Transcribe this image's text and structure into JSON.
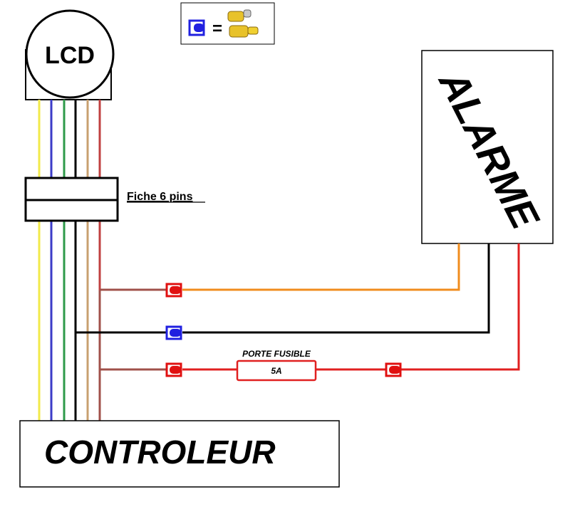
{
  "legend": {
    "equals": "=",
    "connector_icon": "blue-connector-icon",
    "terminal_icon": "spade-terminal-icon"
  },
  "lcd": {
    "label": "LCD"
  },
  "connector": {
    "label": "Fiche 6 pins"
  },
  "alarm": {
    "label": "ALARME"
  },
  "fuse": {
    "title": "PORTE FUSIBLE",
    "rating": "5A"
  },
  "controller": {
    "label": "CONTROLEUR"
  },
  "colors": {
    "yellow": "#f2ea4a",
    "blue": "#3b3bc8",
    "green": "#2e9a4a",
    "black": "#000000",
    "tan": "#c8a070",
    "red": "#e02020",
    "orange": "#f08c1e",
    "brownred": "#a0504a",
    "connector_blue": "#2020e0",
    "connector_red": "#e01010"
  }
}
